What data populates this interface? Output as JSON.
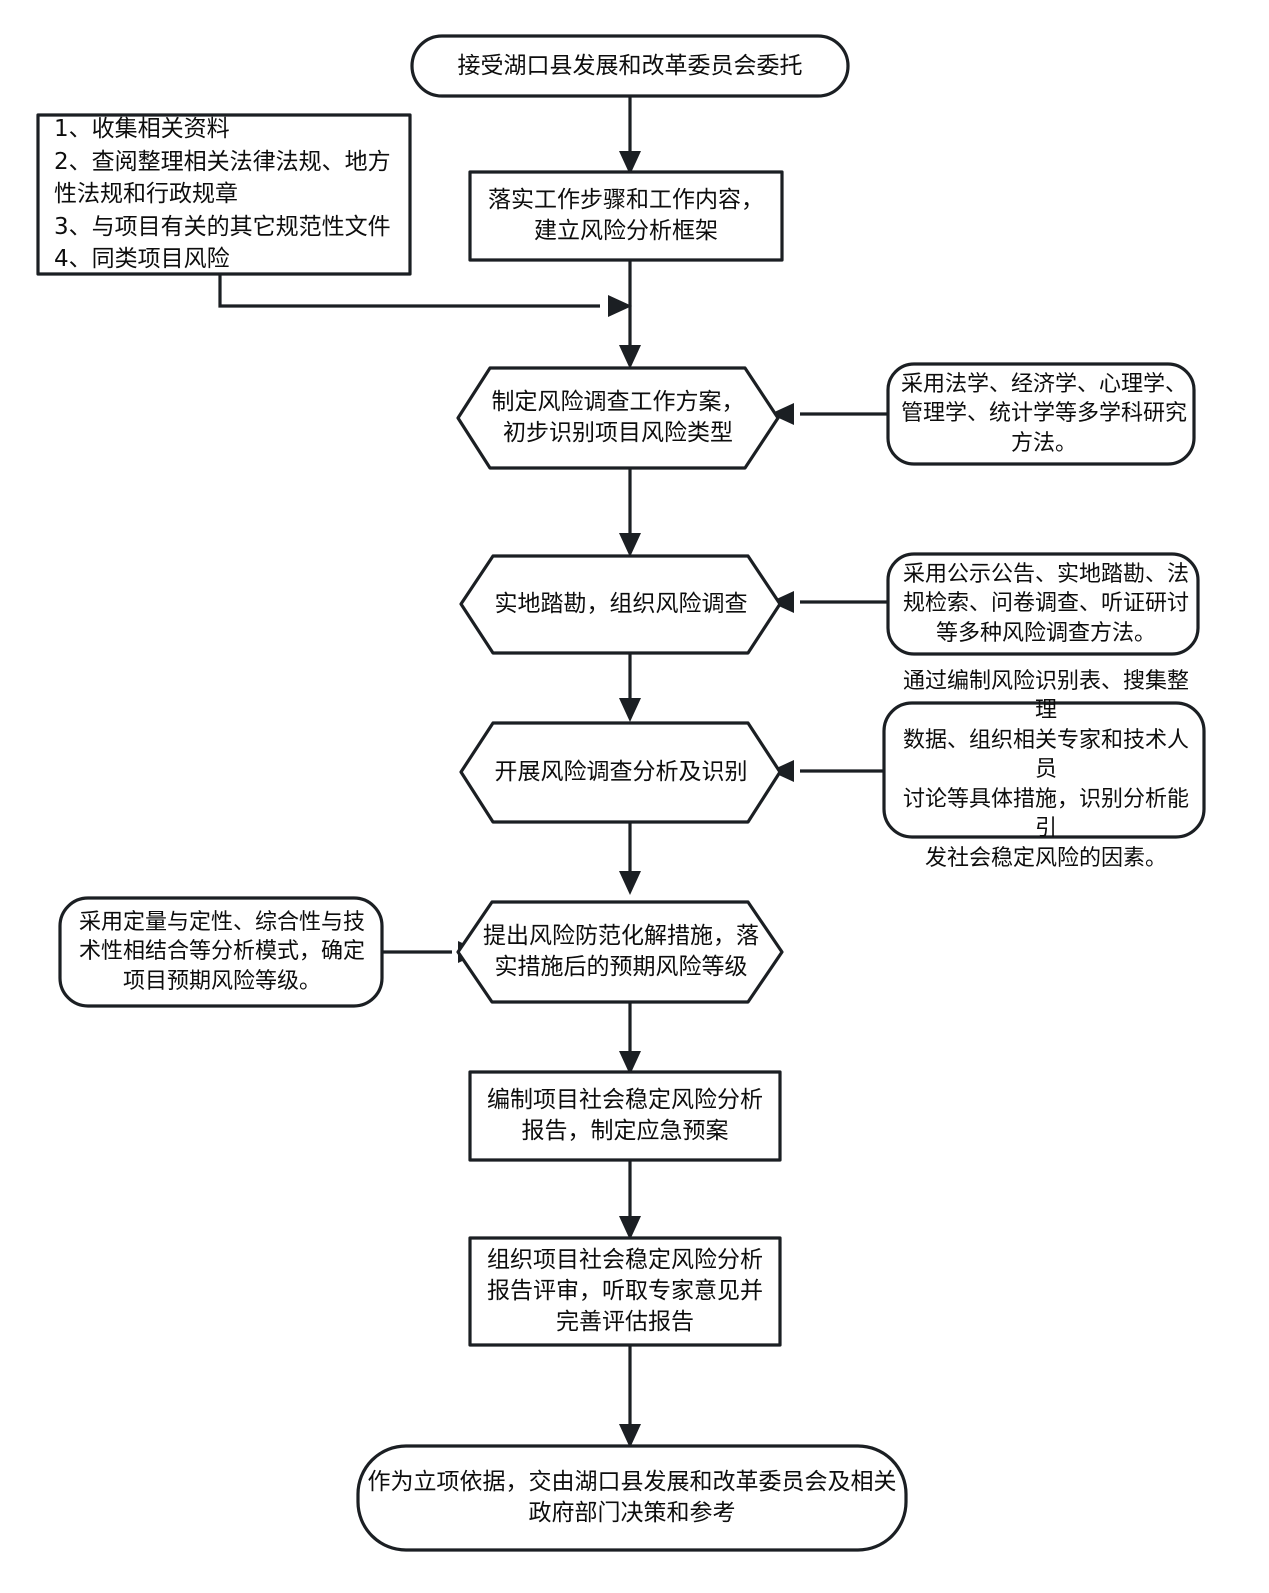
{
  "diagram": {
    "title": "社会稳定风险分析工作流程图",
    "type": "flowchart",
    "orientation": "vertical",
    "colors": {
      "stroke": "#1b1f23",
      "fill": "#ffffff",
      "text": "#0d0d0d"
    },
    "nodes": {
      "start": {
        "shape": "rounded-terminator",
        "label": "接受湖口县发展和改革委员会委托"
      },
      "materials_list": {
        "shape": "rectangle",
        "label": "1、收集相关资料\n2、查阅整理相关法律法规、地方\n性法规和行政规章\n3、与项目有关的其它规范性文件\n4、同类项目风险"
      },
      "framework": {
        "shape": "rectangle",
        "label": "落实工作步骤和工作内容，\n建立风险分析框架"
      },
      "plan": {
        "shape": "hexagon",
        "label": "制定风险调查工作方案，\n初步识别项目风险类型"
      },
      "note_methods": {
        "shape": "rounded-rectangle",
        "label": "采用法学、经济学、心理学、\n管理学、统计学等多学科研究\n方法。"
      },
      "survey": {
        "shape": "hexagon",
        "label": "实地踏勘，组织风险调查"
      },
      "note_survey_methods": {
        "shape": "rounded-rectangle",
        "label": "采用公示公告、实地踏勘、法\n规检索、问卷调查、听证研讨\n等多种风险调查方法。"
      },
      "analysis": {
        "shape": "hexagon",
        "label": "开展风险调查分析及识别"
      },
      "note_identify": {
        "shape": "rounded-rectangle",
        "label": "通过编制风险识别表、搜集整理\n数据、组织相关专家和技术人员\n讨论等具体措施，识别分析能引\n发社会稳定风险的因素。"
      },
      "note_quantitative": {
        "shape": "rounded-rectangle",
        "label": "采用定量与定性、综合性与技\n术性相结合等分析模式，确定\n项目预期风险等级。"
      },
      "measures": {
        "shape": "hexagon",
        "label": "提出风险防范化解措施，落\n实措施后的预期风险等级"
      },
      "report": {
        "shape": "rectangle",
        "label": "编制项目社会稳定风险分析\n报告，制定应急预案"
      },
      "review": {
        "shape": "rectangle",
        "label": "组织项目社会稳定风险分析\n报告评审，听取专家意见并\n完善评估报告"
      },
      "end": {
        "shape": "rounded-terminator",
        "label": "作为立项依据，交由湖口县发展和改革委员会及相关\n政府部门决策和参考"
      }
    },
    "edges": [
      {
        "from": "start",
        "to": "framework",
        "direction": "down"
      },
      {
        "from": "framework",
        "to": "plan",
        "direction": "down"
      },
      {
        "from": "materials_list",
        "to": "trunk",
        "direction": "right"
      },
      {
        "from": "note_methods",
        "to": "plan",
        "direction": "left"
      },
      {
        "from": "plan",
        "to": "survey",
        "direction": "down"
      },
      {
        "from": "note_survey_methods",
        "to": "survey",
        "direction": "left"
      },
      {
        "from": "survey",
        "to": "analysis",
        "direction": "down"
      },
      {
        "from": "note_identify",
        "to": "analysis",
        "direction": "left"
      },
      {
        "from": "analysis",
        "to": "measures",
        "direction": "down"
      },
      {
        "from": "note_quantitative",
        "to": "measures",
        "direction": "right"
      },
      {
        "from": "measures",
        "to": "report",
        "direction": "down"
      },
      {
        "from": "report",
        "to": "review",
        "direction": "down"
      },
      {
        "from": "review",
        "to": "end",
        "direction": "down"
      }
    ]
  }
}
